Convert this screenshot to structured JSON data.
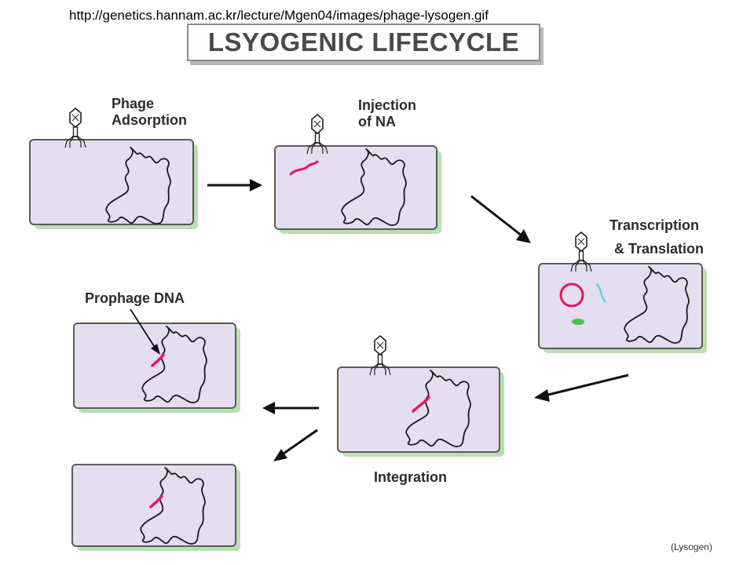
{
  "source_url": "http://genetics.hannam.ac.kr/lecture/Mgen04/images/phage-lysogen.gif",
  "title": "LSYOGENIC LIFECYCLE",
  "steps": [
    {
      "id": "adsorption",
      "label_lines": [
        "Phage",
        "Adsorption"
      ]
    },
    {
      "id": "injection",
      "label_lines": [
        "Injection",
        "of NA"
      ]
    },
    {
      "id": "transcription",
      "label_lines": [
        "Transcription",
        "& Translation"
      ]
    },
    {
      "id": "integration",
      "label_lines": [
        "Integration"
      ]
    },
    {
      "id": "prophage",
      "label_lines": [
        "Prophage DNA"
      ]
    }
  ],
  "caption": "(Lysogen)",
  "colors": {
    "cell_fill": "#e5ddf0",
    "cell_border": "#5a5a5a",
    "cell_shadow": "#b9e0b0",
    "phage_dna": "#e8175d",
    "protein_blue": "#66c8e8",
    "protein_green": "#4cc24c",
    "arrow": "#111111"
  }
}
